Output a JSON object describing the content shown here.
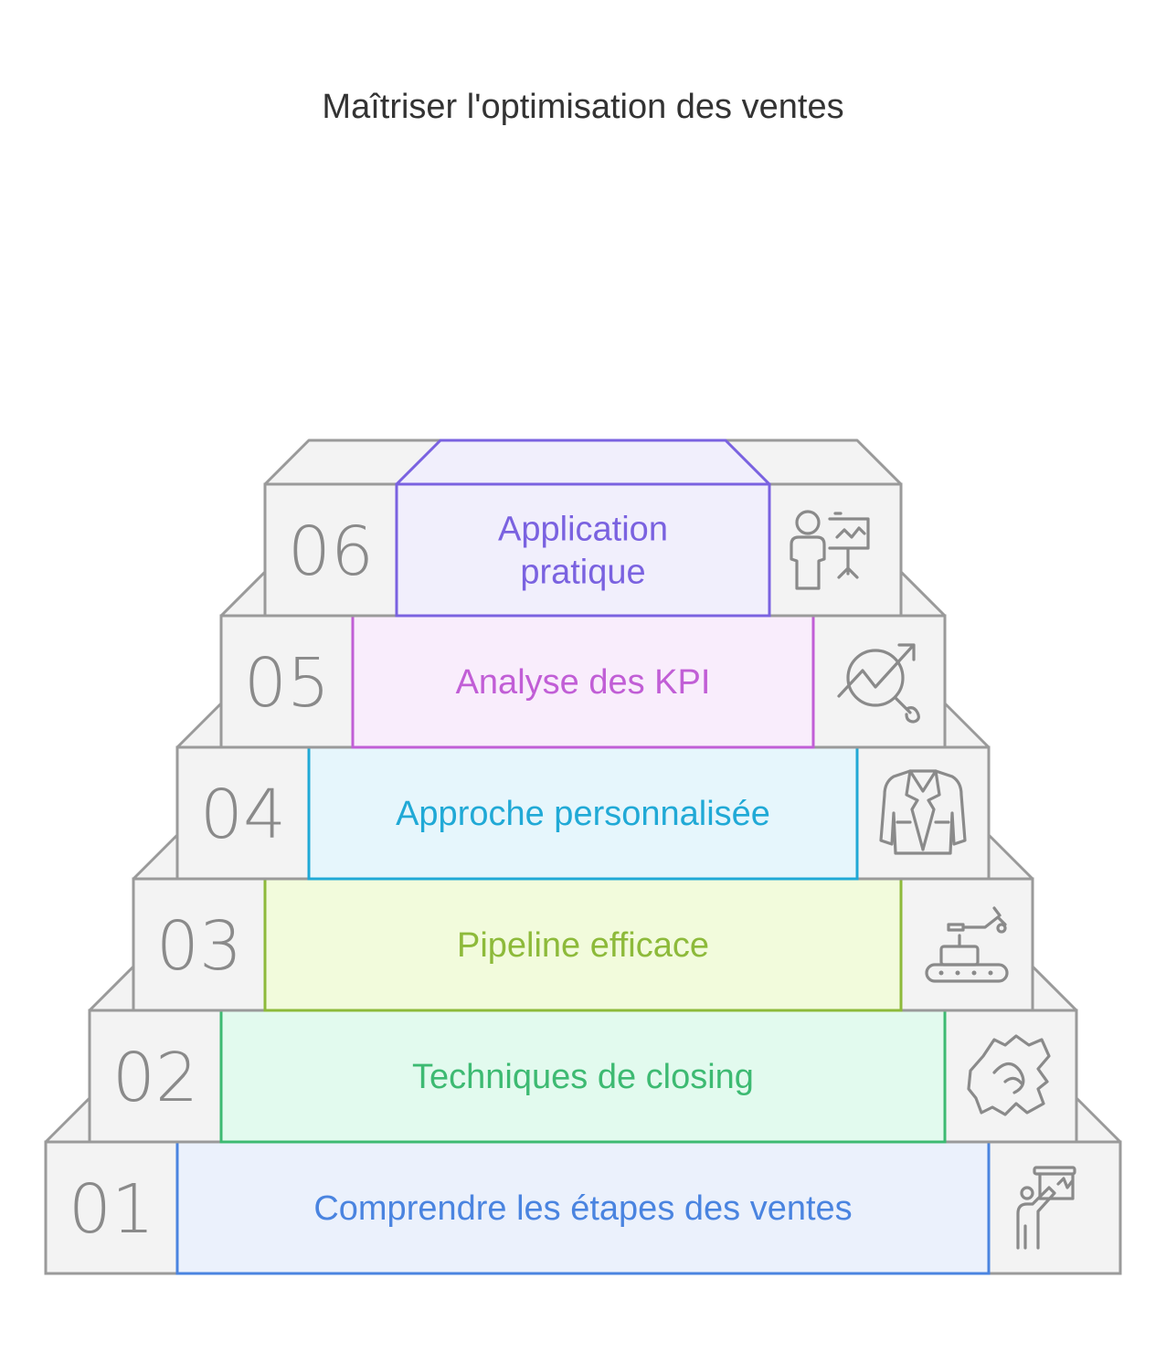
{
  "title": "Maîtriser l'optimisation des ventes",
  "steps": [
    {
      "number": "01",
      "label": [
        "Comprendre les étapes des ventes"
      ],
      "color": "#4a84e0",
      "fill": "#ebf1fc",
      "icon": "presenter-chart-icon"
    },
    {
      "number": "02",
      "label": [
        "Techniques de closing"
      ],
      "color": "#3dba72",
      "fill": "#e2faee",
      "icon": "handshake-icon"
    },
    {
      "number": "03",
      "label": [
        "Pipeline efficace"
      ],
      "color": "#8dba3a",
      "fill": "#f2fbdc",
      "icon": "conveyor-robot-icon"
    },
    {
      "number": "04",
      "label": [
        "Approche personnalisée"
      ],
      "color": "#20a9d6",
      "fill": "#e6f6fc",
      "icon": "suit-jacket-icon"
    },
    {
      "number": "05",
      "label": [
        "Analyse des KPI"
      ],
      "color": "#c15ed6",
      "fill": "#f9edfc",
      "icon": "trend-magnifier-icon"
    },
    {
      "number": "06",
      "label": [
        "Application",
        "pratique"
      ],
      "color": "#7a62e0",
      "fill": "#f1effc",
      "icon": "person-whiteboard-icon"
    }
  ]
}
